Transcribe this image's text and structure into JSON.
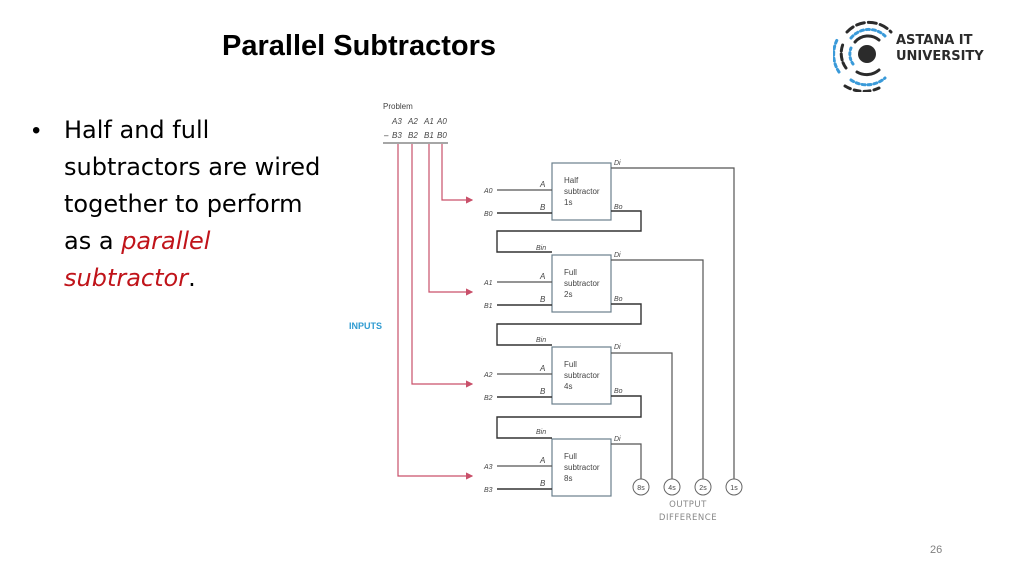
{
  "slide": {
    "title": "Parallel Subtractors",
    "page_number": "26"
  },
  "bullet": {
    "text_plain": "Half and full subtractors are wired together to perform as a ",
    "text_emphasis": "parallel subtractor",
    "text_end": "."
  },
  "logo": {
    "line1": "ASTANA IT",
    "line2": "UNIVERSITY",
    "colors": {
      "dark": "#2b2b2b",
      "accent": "#3a9ad9"
    }
  },
  "diagram": {
    "problem_label": "Problem",
    "problem_row1": [
      "A3",
      "A2",
      "A1",
      "A0"
    ],
    "problem_row2_prefix": "–",
    "problem_row2": [
      "B3",
      "B2",
      "B1",
      "B0"
    ],
    "inputs_label": "INPUTS",
    "input_colors": {
      "wire": "#c9506a",
      "inputs_label": "#2f9bd1"
    },
    "blocks": [
      {
        "name": "Half subtractor",
        "line1": "Half",
        "line2": "subtractor",
        "line3": "1s",
        "in_a": "A0",
        "in_b": "B0",
        "has_bin": false
      },
      {
        "name": "Full subtractor 2s",
        "line1": "Full",
        "line2": "subtractor",
        "line3": "2s",
        "in_a": "A1",
        "in_b": "B1",
        "has_bin": true
      },
      {
        "name": "Full subtractor 4s",
        "line1": "Full",
        "line2": "subtractor",
        "line3": "4s",
        "in_a": "A2",
        "in_b": "B2",
        "has_bin": true
      },
      {
        "name": "Full subtractor 8s",
        "line1": "Full",
        "line2": "subtractor",
        "line3": "8s",
        "in_a": "A3",
        "in_b": "B3",
        "has_bin": true
      }
    ],
    "port_labels": {
      "a": "A",
      "b": "B",
      "bin": "Bin",
      "di": "Di",
      "bo": "Bo"
    },
    "outputs": [
      "8s",
      "4s",
      "2s",
      "1s"
    ],
    "output_label_line1": "OUTPUT",
    "output_label_line2": "DIFFERENCE"
  }
}
